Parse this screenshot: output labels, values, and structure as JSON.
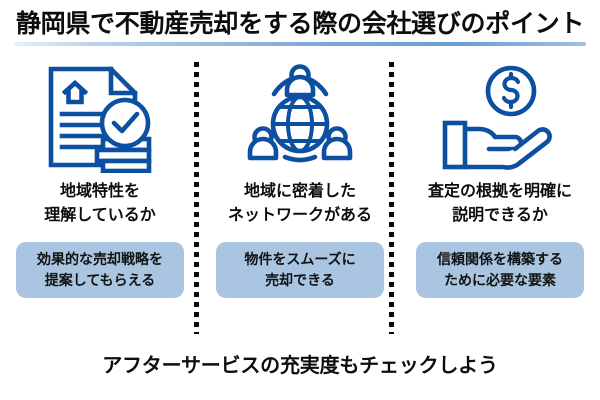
{
  "header": {
    "title": "静岡県で不動産売却をする際の会社選びのポイント",
    "rule_gradient_from": "#e8f0f9",
    "rule_gradient_to": "#6b9ed4"
  },
  "theme": {
    "icon_blue": "#0d4fa0",
    "chip_background": "#a9c5e1",
    "text_color": "#0d0d0d",
    "page_background": "#ffffff",
    "divider_color": "#0a0a0a"
  },
  "columns": [
    {
      "icon_name": "document-house-check-coins-icon",
      "caption": "地域特性を\n理解しているか",
      "benefit": "効果的な売却戦略を\n提案してもらえる"
    },
    {
      "icon_name": "globe-network-people-icon",
      "caption": "地域に密着した\nネットワークがある",
      "benefit": "物件をスムーズに\n売却できる"
    },
    {
      "icon_name": "hand-holding-dollar-coin-icon",
      "caption": "査定の根拠を明確に\n説明できるか",
      "benefit": "信頼関係を構築する\nために必要な要素"
    }
  ],
  "footer": {
    "note": "アフターサービスの充実度もチェックしよう"
  }
}
